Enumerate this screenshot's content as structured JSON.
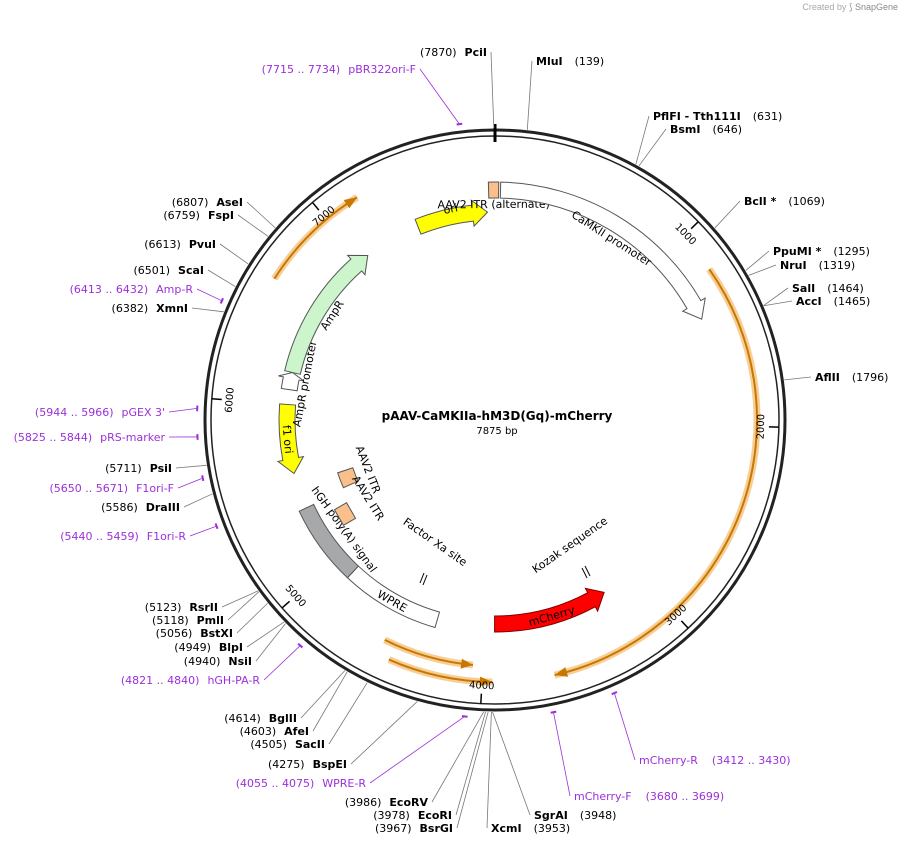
{
  "header": {
    "created_by": "Created by",
    "app_name": "SnapGene"
  },
  "plasmid": {
    "name": "pAAV-CaMKIIa-hM3D(Gq)-mCherry",
    "length_label": "7875 bp",
    "length": 7875
  },
  "ticks": [
    {
      "pos": 1000,
      "label": "1000"
    },
    {
      "pos": 2000,
      "label": "2000"
    },
    {
      "pos": 3000,
      "label": "3000"
    },
    {
      "pos": 4000,
      "label": "4000"
    },
    {
      "pos": 5000,
      "label": "5000"
    },
    {
      "pos": 6000,
      "label": "6000"
    },
    {
      "pos": 7000,
      "label": "7000"
    }
  ],
  "features": [
    {
      "id": "ori",
      "label": "ori",
      "start": 7400,
      "end": 7830,
      "dir": 1,
      "color": "#ffff00",
      "stroke": "#555555",
      "label_inside": true
    },
    {
      "id": "aav2-itr-alt",
      "label": "AAV2 ITR (alternate)",
      "start": 7840,
      "end": 20,
      "dir": 0,
      "color": "#f9c08b",
      "stroke": "#555555",
      "label_inside": false
    },
    {
      "id": "camkii-promoter",
      "label": "CaMKII promoter",
      "start": 30,
      "end": 1400,
      "dir": 1,
      "color": "#ffffff",
      "stroke": "#555555",
      "label_inside": false
    },
    {
      "id": "mcherry",
      "label": "mCherry",
      "start": 3230,
      "end": 3940,
      "dir": -1,
      "color": "#ff0000",
      "stroke": "#800000",
      "label_inside": true
    },
    {
      "id": "wpre",
      "label": "WPRE",
      "start": 4290,
      "end": 4880,
      "dir": 0,
      "color": "#ffffff",
      "stroke": "#555555",
      "label_inside": true
    },
    {
      "id": "hgh-polya",
      "label": "hGH poly(A) signal",
      "start": 4880,
      "end": 5360,
      "dir": 0,
      "color": "#a6a8aa",
      "stroke": "#555555",
      "label_inside": false
    },
    {
      "id": "aav2-itr-2",
      "label": "AAV2 ITR",
      "start": 5380,
      "end": 5500,
      "dir": 0,
      "color": "#f9c08b",
      "stroke": "#555555",
      "label_inside": false
    },
    {
      "id": "f1-ori",
      "label": "f1 ori",
      "start": 5580,
      "end": 6000,
      "dir": -1,
      "color": "#ffff00",
      "stroke": "#555555",
      "label_inside": true
    },
    {
      "id": "ampr-promoter",
      "label": "AmpR promoter",
      "start": 6090,
      "end": 6195,
      "dir": 1,
      "color": "#ffffff",
      "stroke": "#555555",
      "label_inside": false
    },
    {
      "id": "ampr",
      "label": "AmpR",
      "start": 6195,
      "end": 7050,
      "dir": 1,
      "color": "#ccf5cc",
      "stroke": "#555555",
      "label_inside": false
    }
  ],
  "extra_labels": [
    {
      "id": "aav2-itr-inner",
      "label": "AAV2 ITR"
    },
    {
      "id": "factor-xa",
      "label": "Factor Xa site"
    },
    {
      "id": "kozak",
      "label": "Kozak sequence"
    }
  ],
  "sites": [
    {
      "name": "PciI",
      "pos": 7870,
      "text": "(7870)",
      "star": false
    },
    {
      "name": "MluI",
      "pos": 139,
      "text": "(139)",
      "star": false
    },
    {
      "name": "PflFI - Tth111I",
      "pos": 631,
      "text": "(631)",
      "star": false
    },
    {
      "name": "BsmI",
      "pos": 646,
      "text": "(646)",
      "star": false
    },
    {
      "name": "BclI *",
      "pos": 1069,
      "text": "(1069)",
      "star": true
    },
    {
      "name": "PpuMI *",
      "pos": 1295,
      "text": "(1295)",
      "star": true
    },
    {
      "name": "NruI",
      "pos": 1319,
      "text": "(1319)",
      "star": false
    },
    {
      "name": "SalI",
      "pos": 1464,
      "text": "(1464)",
      "star": false
    },
    {
      "name": "AccI",
      "pos": 1465,
      "text": "(1465)",
      "star": false
    },
    {
      "name": "AflII",
      "pos": 1796,
      "text": "(1796)",
      "star": false
    },
    {
      "name": "SgrAI",
      "pos": 3948,
      "text": "(3948)",
      "star": false
    },
    {
      "name": "XcmI",
      "pos": 3953,
      "text": "(3953)",
      "star": false
    },
    {
      "name": "BsrGI",
      "pos": 3967,
      "text": "(3967)",
      "star": false
    },
    {
      "name": "EcoRI",
      "pos": 3978,
      "text": "(3978)",
      "star": false
    },
    {
      "name": "EcoRV",
      "pos": 3986,
      "text": "(3986)",
      "star": false
    },
    {
      "name": "BspEI",
      "pos": 4275,
      "text": "(4275)",
      "star": false
    },
    {
      "name": "SacII",
      "pos": 4505,
      "text": "(4505)",
      "star": false
    },
    {
      "name": "AfeI",
      "pos": 4603,
      "text": "(4603)",
      "star": false
    },
    {
      "name": "BglII",
      "pos": 4614,
      "text": "(4614)",
      "star": false
    },
    {
      "name": "NsiI",
      "pos": 4940,
      "text": "(4940)",
      "star": false
    },
    {
      "name": "BlpI",
      "pos": 4949,
      "text": "(4949)",
      "star": false
    },
    {
      "name": "BstXI",
      "pos": 5056,
      "text": "(5056)",
      "star": false
    },
    {
      "name": "PmlI",
      "pos": 5118,
      "text": "(5118)",
      "star": false
    },
    {
      "name": "RsrII",
      "pos": 5123,
      "text": "(5123)",
      "star": false
    },
    {
      "name": "DraIII",
      "pos": 5586,
      "text": "(5586)",
      "star": false
    },
    {
      "name": "PsiI",
      "pos": 5711,
      "text": "(5711)",
      "star": false
    },
    {
      "name": "XmnI",
      "pos": 6382,
      "text": "(6382)",
      "star": false
    },
    {
      "name": "ScaI",
      "pos": 6501,
      "text": "(6501)",
      "star": false
    },
    {
      "name": "PvuI",
      "pos": 6613,
      "text": "(6613)",
      "star": false
    },
    {
      "name": "FspI",
      "pos": 6759,
      "text": "(6759)",
      "star": false
    },
    {
      "name": "AseI",
      "pos": 6807,
      "text": "(6807)",
      "star": false
    }
  ],
  "primers": [
    {
      "name": "pBR322ori-F",
      "range": "(7715 .. 7734)",
      "pos": 7725
    },
    {
      "name": "mCherry-R",
      "range": "(3412 .. 3430)",
      "pos": 3421
    },
    {
      "name": "mCherry-F",
      "range": "(3680 .. 3699)",
      "pos": 3690
    },
    {
      "name": "WPRE-R",
      "range": "(4055 .. 4075)",
      "pos": 4065
    },
    {
      "name": "hGH-PA-R",
      "range": "(4821 .. 4840)",
      "pos": 4830
    },
    {
      "name": "F1ori-R",
      "range": "(5440 .. 5459)",
      "pos": 5450
    },
    {
      "name": "F1ori-F",
      "range": "(5650 .. 5671)",
      "pos": 5660
    },
    {
      "name": "pRS-marker",
      "range": "(5825 .. 5844)",
      "pos": 5835
    },
    {
      "name": "pGEX 3'",
      "range": "(5944 .. 5966)",
      "pos": 5955
    },
    {
      "name": "Amp-R",
      "range": "(6413 .. 6432)",
      "pos": 6422
    }
  ],
  "colors": {
    "primer": "#9b30d9",
    "orf_highlight": "#f5c27a",
    "orf_line": "#c87800",
    "backbone": "#222222"
  }
}
